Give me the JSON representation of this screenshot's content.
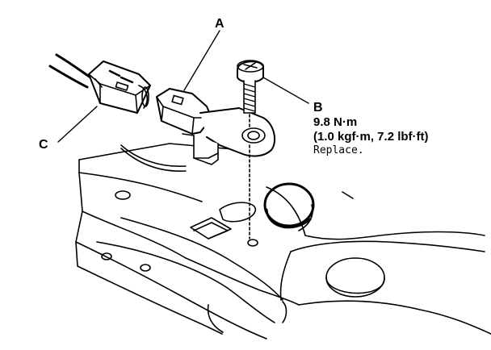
{
  "callouts": {
    "a": {
      "label": "A"
    },
    "b": {
      "label": "B"
    },
    "c": {
      "label": "C"
    }
  },
  "torque_spec": {
    "value_nm": "9.8 N·m",
    "alt_units": "(1.0 kgf·m, 7.2 lbf·ft)",
    "note": "Replace."
  },
  "colors": {
    "line": "#000000",
    "background": "#ffffff"
  }
}
